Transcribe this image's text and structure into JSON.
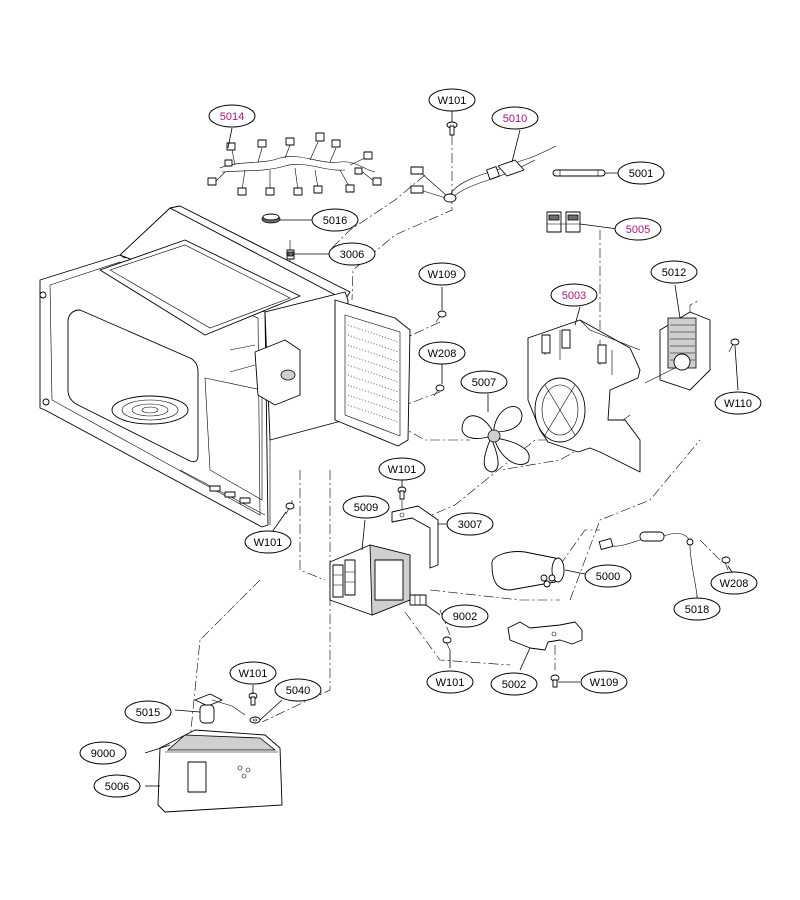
{
  "colors": {
    "line": "#000000",
    "highlight": "#b0127f",
    "background": "#ffffff"
  },
  "callouts": [
    {
      "id": "5014",
      "label": "5014",
      "highlight": true
    },
    {
      "id": "W101-a",
      "label": "W101",
      "highlight": false
    },
    {
      "id": "5010",
      "label": "5010",
      "highlight": true
    },
    {
      "id": "5001",
      "label": "5001",
      "highlight": false
    },
    {
      "id": "5016",
      "label": "5016",
      "highlight": false
    },
    {
      "id": "5005",
      "label": "5005",
      "highlight": true
    },
    {
      "id": "3006",
      "label": "3006",
      "highlight": false
    },
    {
      "id": "W109-a",
      "label": "W109",
      "highlight": false
    },
    {
      "id": "5012",
      "label": "5012",
      "highlight": false
    },
    {
      "id": "5003",
      "label": "5003",
      "highlight": true
    },
    {
      "id": "W208-a",
      "label": "W208",
      "highlight": false
    },
    {
      "id": "5007",
      "label": "5007",
      "highlight": false
    },
    {
      "id": "W110",
      "label": "W110",
      "highlight": false
    },
    {
      "id": "W101-b",
      "label": "W101",
      "highlight": false
    },
    {
      "id": "5009",
      "label": "5009",
      "highlight": false
    },
    {
      "id": "3007",
      "label": "3007",
      "highlight": false
    },
    {
      "id": "W101-c",
      "label": "W101",
      "highlight": false
    },
    {
      "id": "5000",
      "label": "5000",
      "highlight": false
    },
    {
      "id": "W208-b",
      "label": "W208",
      "highlight": false
    },
    {
      "id": "9002",
      "label": "9002",
      "highlight": false
    },
    {
      "id": "5018",
      "label": "5018",
      "highlight": false
    },
    {
      "id": "W101-d",
      "label": "W101",
      "highlight": false
    },
    {
      "id": "5002",
      "label": "5002",
      "highlight": false
    },
    {
      "id": "W109-b",
      "label": "W109",
      "highlight": false
    },
    {
      "id": "W101-e",
      "label": "W101",
      "highlight": false
    },
    {
      "id": "5040",
      "label": "5040",
      "highlight": false
    },
    {
      "id": "5015",
      "label": "5015",
      "highlight": false
    },
    {
      "id": "9000",
      "label": "9000",
      "highlight": false
    },
    {
      "id": "5006",
      "label": "5006",
      "highlight": false
    }
  ]
}
